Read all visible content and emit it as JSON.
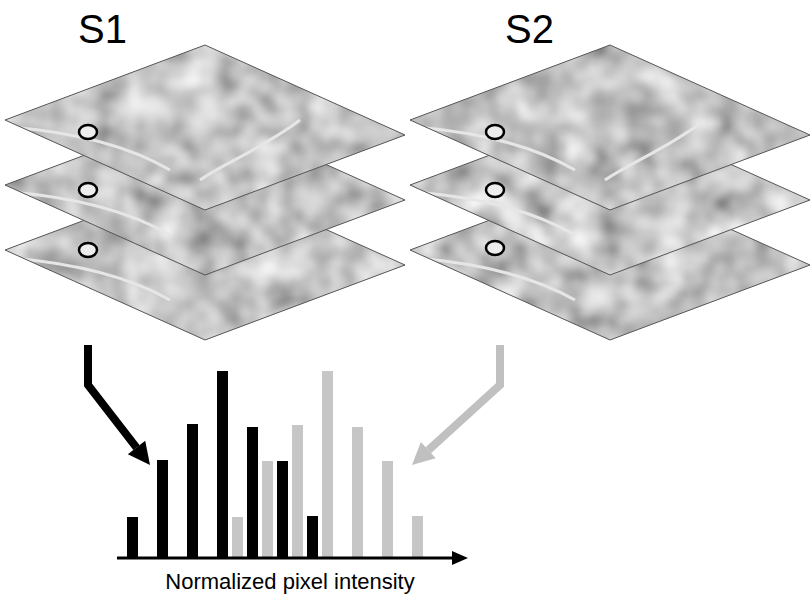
{
  "diagram": {
    "nodes": [
      {
        "text": [
          "S1"
        ]
      },
      {
        "text": [
          "S2"
        ]
      },
      {
        "text": [
          "Normalized pixel intensity"
        ]
      }
    ],
    "edges": [
      {
        "from": 0,
        "to": 2,
        "arrow": "to"
      },
      {
        "from": 1,
        "to": 2,
        "arrow": "to"
      }
    ]
  }
}
